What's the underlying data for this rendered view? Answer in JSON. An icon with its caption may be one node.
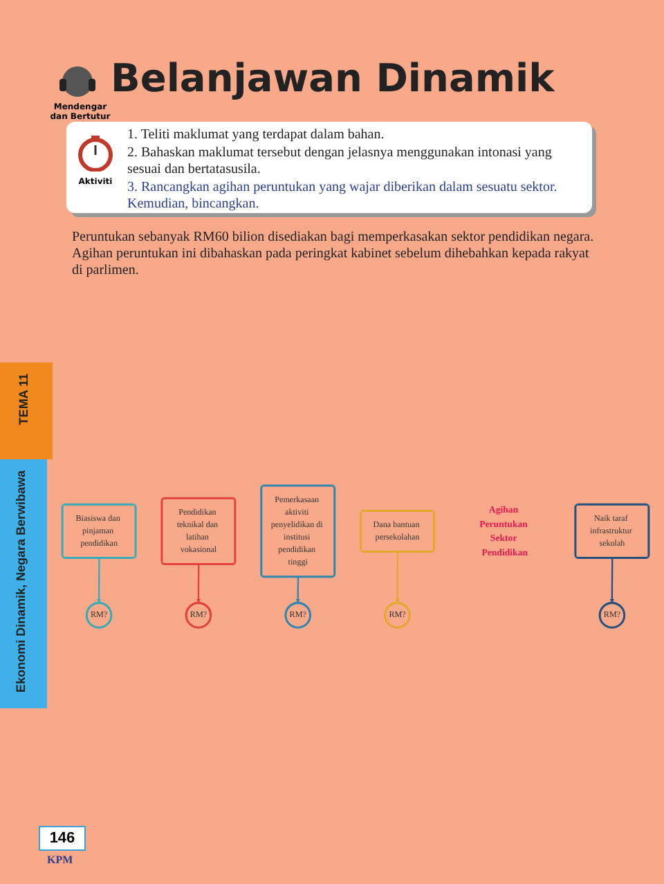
{
  "diagram": {
    "title": "Belanjawan Dinamik",
    "nodes": [
      {
        "text": [
          "Biasiswa dan pinjaman pendidikan"
        ]
      },
      {
        "text": [
          "Pendidikan teknikal dan latihan vokasional"
        ]
      },
      {
        "text": [
          "Pemerkasaan aktiviti penyelidikan di institusi pendidikan tinggi"
        ]
      },
      {
        "text": [
          "RM?"
        ]
      },
      {
        "text": [
          "RM?"
        ]
      },
      {
        "text": [
          "RM?"
        ]
      },
      {
        "text": [
          "Dana bantuan persekolahan"
        ]
      },
      {
        "text": [
          "RM?"
        ]
      },
      {
        "text": [
          "Agihan Peruntukan Sektor Pendidikan"
        ]
      },
      {
        "text": [
          "RM?"
        ]
      },
      {
        "text": [
          "Naik taraf infrastruktur sekolah"
        ]
      }
    ],
    "edges": [
      {
        "from": 0,
        "to": 3,
        "arrow": "to",
        "color": "#3aa9b8"
      },
      {
        "from": 1,
        "to": 4,
        "arrow": "to",
        "color": "#e0413c"
      },
      {
        "from": 2,
        "to": 5,
        "arrow": "to",
        "color": "#2e86b0"
      },
      {
        "from": 6,
        "to": 7,
        "arrow": "to",
        "color": "#e3a82b"
      },
      {
        "from": 10,
        "to": 9,
        "arrow": "to",
        "color": "#23507f"
      }
    ],
    "labels": [
      "Mendengar dan Bertutur",
      "Aktiviti",
      "1. Teliti maklumat yang terdapat dalam bahan.",
      "2. Bahaskan maklumat tersebut dengan jelasnya menggunakan intonasi yang sesuai dan bertatasusila.",
      "3. Rancangkan agihan peruntukan yang wajar diberikan dalam sesuatu sektor. Kemudian, bincangkan.",
      "Peruntukan sebanyak RM60 bilion disediakan bagi memperkasakan sektor pendidikan negara. Agihan peruntukan ini dibahaskan pada peringkat kabinet sebelum dihebahkan kepada rakyat di parlimen.",
      "TEMA 11",
      "Ekonomi Dinamik, Negara Berwibawa",
      "146",
      "KPM"
    ]
  }
}
